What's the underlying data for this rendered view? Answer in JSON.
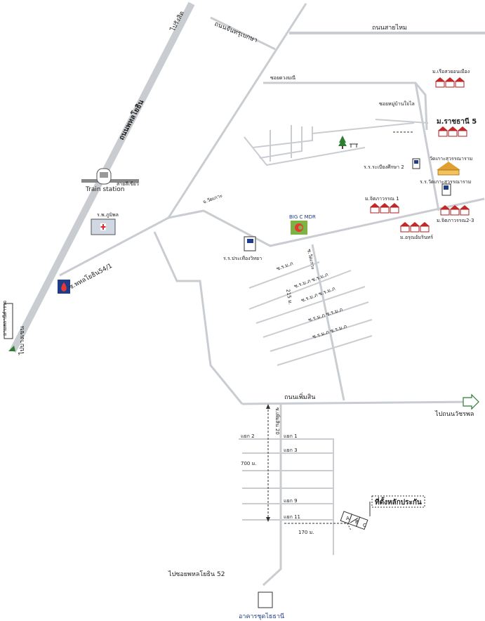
{
  "labels": {
    "road_prueksa": "ถนนจันทรุเบกษา",
    "road_saimai": "ถนนสายไหม",
    "rangsit": "ไปรังสิต",
    "phahon_road": "ถนนพหลโยธิน",
    "soi_duangmani": "ซอยดวงมณี",
    "village_rueangsiri": "ม.เรือสวยอนเมือง",
    "village_rachtanee5": "ม.ราชธานี 5",
    "soi_banyailai": "ซอยหมู่บ้านใจไล",
    "school_1": "ร.ร.ระเบียงศึกษา 2",
    "school_2": "ร.ร.วัดเกาะสุวรรณาราม",
    "temple": "วัดเกาะสุวรรณาราม",
    "train_station": "Train station",
    "skytrain": "สายสีเขียว",
    "hospital": "ร.พ.ภูมิพล",
    "soi_watko": "จ.วัดเกาะ",
    "big_c": "BIG C MDR",
    "village_jira1": "ม.จิตภาวรรณ 1",
    "village_jira23": "ม.จิตภาวรรณ2-3",
    "village_aroon": "ม.อรุณอัมรินทร์",
    "school_prachasit": "ร.ร.ประเทืองวิทยา",
    "soi_phahon54": "ซ.พหลโยธิน54/1",
    "police": "ยามสถานีตำรวจ",
    "to_bangkhen": "ไปบางเขน",
    "soi_watko_v": "ซ.วัดเกาะ",
    "soi_a": "ซ.ร.ม.ภ",
    "soi_b": "ซ.ร.ม.ภ ซ.ร.ม.ภ",
    "soi_c": "ซ.ร.ม.ภ ซ.ร.ม.ภ",
    "soi_d": "ซ.ร.ม.ภ ซ.ร.ม.ภ",
    "soi_e": "ซ.ร.ม.ภ ซ.ร.ม.ภ",
    "dist_215": "215 ม.",
    "road_phermsin": "ถนนเพิ่มสิน",
    "to_watcharaphon": "ไปถนนวัชรพล",
    "soi_phermsin20": "ซ.เพิ่มสิน 20",
    "yaek2": "แยก 2",
    "yaek1": "แยก 1",
    "yaek3": "แยก 3",
    "dist_700": "700 ม.",
    "yaek9": "แยก 9",
    "yaek11": "แยก 11",
    "dist_170": "170 ม.",
    "site_label": "ที่ตั้งหลักประกัน",
    "to_phahon52": "ไปซอยพหลโยธิน 52",
    "building": "อาคารชุดไธธานี",
    "plot_a": "A",
    "plot_b": "B",
    "plot_c": "C"
  },
  "colors": {
    "road": "#c9cdd2",
    "text": "#222222",
    "accent_blue": "#1f3c88",
    "marker_red": "#c62828",
    "arrow_green": "#2e7d32"
  },
  "icons": [
    "train-station-icon",
    "hospital-icon",
    "school-flag-icon",
    "house-icon",
    "temple-icon",
    "tree-icon",
    "bigc-logo-icon",
    "ptt-station-icon",
    "arrow-icon"
  ]
}
